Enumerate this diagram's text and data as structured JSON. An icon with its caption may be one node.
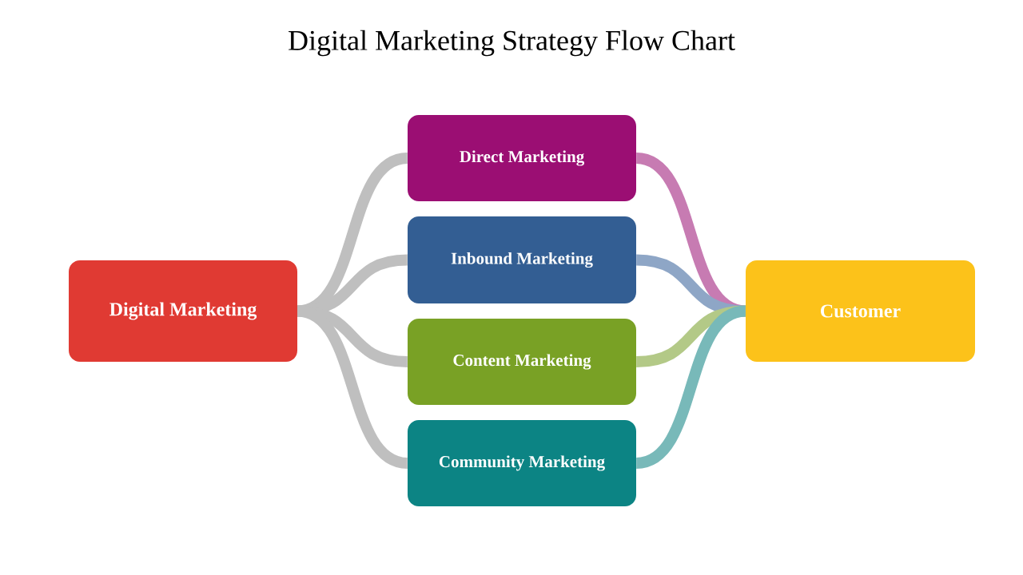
{
  "diagram": {
    "title": "Digital Marketing Strategy Flow Chart",
    "nodes": [
      {
        "text": [
          "Digital Marketing"
        ]
      },
      {
        "text": [
          "Direct Marketing"
        ]
      },
      {
        "text": [
          "Inbound Marketing"
        ]
      },
      {
        "text": [
          "Content Marketing"
        ]
      },
      {
        "text": [
          "Community Marketing"
        ]
      },
      {
        "text": [
          "Customer"
        ]
      }
    ],
    "edges": [
      {
        "from": 0,
        "to": 1,
        "arrow": "none"
      },
      {
        "from": 0,
        "to": 2,
        "arrow": "none"
      },
      {
        "from": 0,
        "to": 3,
        "arrow": "none"
      },
      {
        "from": 0,
        "to": 4,
        "arrow": "none"
      },
      {
        "from": 1,
        "to": 5,
        "arrow": "none",
        "color": "#c77bb2"
      },
      {
        "from": 2,
        "to": 5,
        "arrow": "none",
        "color": "#8ea6c6"
      },
      {
        "from": 3,
        "to": 5,
        "arrow": "none",
        "color": "#b3c987"
      },
      {
        "from": 4,
        "to": 5,
        "arrow": "none",
        "color": "#78b9b9"
      }
    ]
  }
}
